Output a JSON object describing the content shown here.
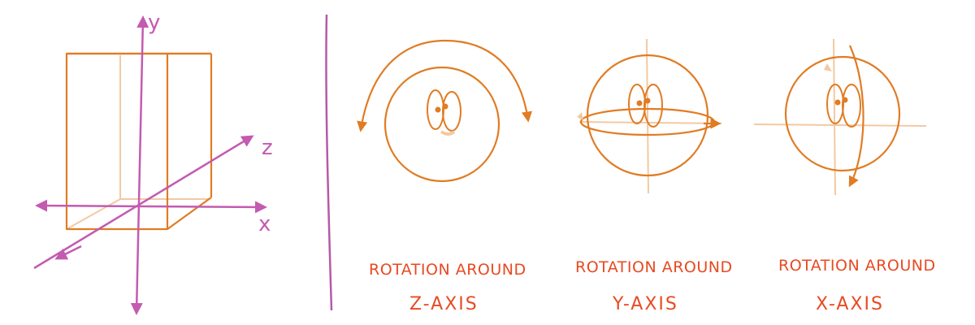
{
  "axes": {
    "x_label": "x",
    "y_label": "y",
    "z_label": "z"
  },
  "captions": {
    "z_rotation": {
      "line1": "ROTATION AROUND",
      "line2": "Z-AXIS"
    },
    "y_rotation": {
      "line1": "ROTATION AROUND",
      "line2": "Y-AXIS"
    },
    "x_rotation": {
      "line1": "ROTATION AROUND",
      "line2": "X-AXIS"
    }
  },
  "colors": {
    "axis": "#c35bb0",
    "box": "#e07c24",
    "box_back": "#f2c9a3",
    "head": "#e07c24",
    "text": "#e84a22",
    "divider": "#b55aa6"
  },
  "icons": {
    "arrowhead": "triangle-arrowhead-icon",
    "face": "cartoon-head-icon"
  }
}
